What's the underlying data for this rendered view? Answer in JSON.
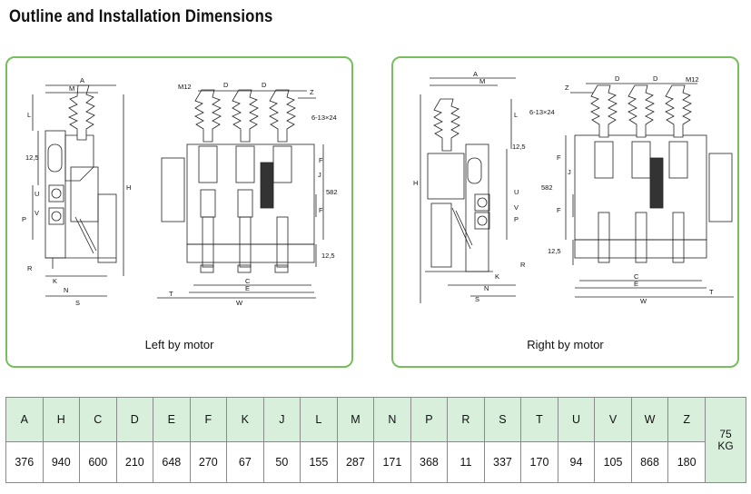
{
  "title": "Outline and Installation Dimensions",
  "panels": [
    {
      "caption": "Left by motor",
      "labels": [
        "A",
        "M",
        "M12",
        "D",
        "D",
        "Z",
        "L",
        "12,5",
        "H",
        "P",
        "V",
        "U",
        "R",
        "K",
        "N",
        "S",
        "T",
        "C",
        "E",
        "W",
        "J",
        "F",
        "582",
        "F",
        "12,5",
        "6-13×24"
      ]
    },
    {
      "caption": "Right by motor",
      "labels": [
        "A",
        "M",
        "Z",
        "D",
        "D",
        "M12",
        "6-13×24",
        "L",
        "12,5",
        "F",
        "J",
        "582",
        "F",
        "12,5",
        "H",
        "P",
        "V",
        "U",
        "R",
        "K",
        "N",
        "S",
        "C",
        "E",
        "W",
        "T"
      ]
    }
  ],
  "table": {
    "headers": [
      "A",
      "H",
      "C",
      "D",
      "E",
      "F",
      "K",
      "J",
      "L",
      "M",
      "N",
      "P",
      "R",
      "S",
      "T",
      "U",
      "V",
      "W",
      "Z"
    ],
    "values": [
      "376",
      "940",
      "600",
      "210",
      "648",
      "270",
      "67",
      "50",
      "155",
      "287",
      "171",
      "368",
      "11",
      "337",
      "170",
      "94",
      "105",
      "868",
      "180"
    ],
    "weight": {
      "value": "75",
      "unit": "KG"
    }
  },
  "colors": {
    "panel_border": "#76bf5c",
    "table_header_bg": "#d8efdc"
  }
}
